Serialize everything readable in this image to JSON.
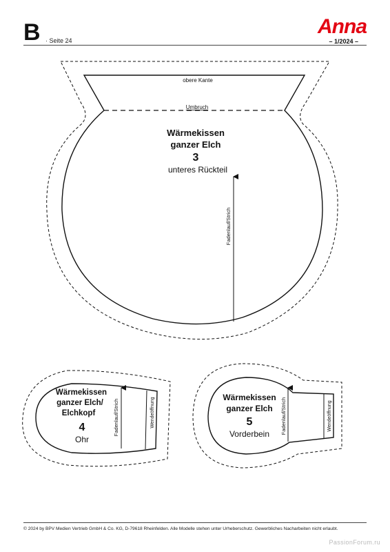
{
  "header": {
    "section_letter": "B",
    "page_label": "· Seite 24",
    "brand": "Anna",
    "brand_color": "#e30613",
    "issue": "– 1/2024 –"
  },
  "piece3": {
    "top_edge_label": "obere Kante",
    "fold_label": "Umbruch",
    "title_line1": "Wärmekissen",
    "title_line2": "ganzer Elch",
    "number": "3",
    "name": "unteres Rückteil",
    "grain_label": "Fadenlauf/Strich"
  },
  "piece4": {
    "title_line1": "Wärmekissen",
    "title_line2": "ganzer Elch/",
    "title_line3": "Elchkopf",
    "number": "4",
    "name": "Ohr",
    "grain_label": "Fadenlauf/Strich",
    "opening_label": "Wendeöffnung"
  },
  "piece5": {
    "title_line1": "Wärmekissen",
    "title_line2": "ganzer Elch",
    "number": "5",
    "name": "Vorderbein",
    "grain_label": "Fadenlauf/Strich",
    "opening_label": "Wendeöffnung"
  },
  "footer": {
    "copyright": "© 2024 by BPV Medien Vertrieb GmbH & Co. KG, D-79618 Rheinfelden. Alle Modelle stehen unter Urheberschutz. Gewerbliches Nacharbeiten nicht erlaubt.",
    "watermark": "PassionForum.ru"
  }
}
